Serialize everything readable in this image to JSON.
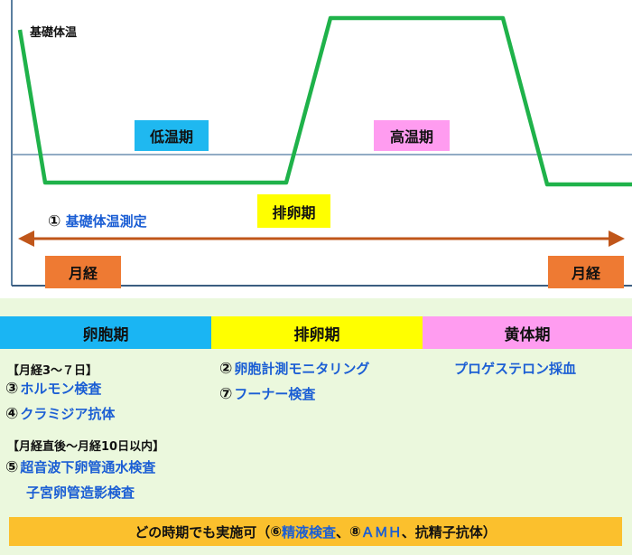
{
  "chart": {
    "ylabel": "基礎体温",
    "low_phase": "低温期",
    "high_phase": "高温期",
    "ovulation": "排卵期",
    "bbt_item_num": "①",
    "bbt_item": "基礎体温測定",
    "menses_left": "月経",
    "menses_right": "月経",
    "colors": {
      "curve": "#1fb24a",
      "baseline": "#5b85a8",
      "arrow": "#c0561a",
      "low": "#1fb8f0",
      "high": "#ff9cf0",
      "ovu": "#ffff00",
      "menses": "#ee7a33"
    }
  },
  "phases": {
    "follicular": "卵胞期",
    "ovulatory": "排卵期",
    "luteal": "黄体期",
    "colors": {
      "follicular": "#1ab5f3",
      "ovulatory": "#ffff00",
      "luteal": "#ff9cf0",
      "panel": "#ebf8dd"
    }
  },
  "follicular": {
    "note1": "【月経3～７日】",
    "items1": [
      {
        "num": "③",
        "label": "ホルモン検査"
      },
      {
        "num": "④",
        "label": "クラミジア抗体"
      }
    ],
    "note2": "【月経直後～月経10日以内】",
    "items2": [
      {
        "num": "⑤",
        "label": "超音波下卵管通水検査"
      }
    ],
    "item2_cont": "子宮卵管造影検査"
  },
  "ovulatory": {
    "items": [
      {
        "num": "②",
        "label": "卵胞計測モニタリング"
      },
      {
        "num": "⑦",
        "label": "フーナー検査"
      }
    ]
  },
  "luteal": {
    "items": [
      {
        "label": "プロゲステロン採血"
      }
    ]
  },
  "footer": {
    "prefix": "どの時期でも実施可（",
    "n6": "⑥",
    "t6": "精液検査",
    "sep": "、",
    "n8": "⑧",
    "t8": "ＡＭＨ",
    "rest": "、抗精子抗体）",
    "color": "#fbc02d"
  }
}
